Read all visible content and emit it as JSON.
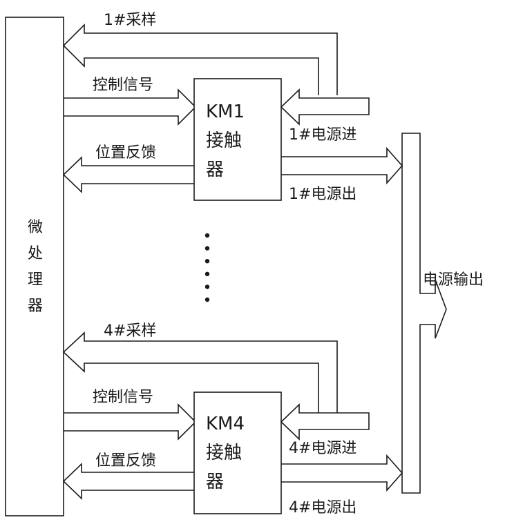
{
  "microprocessor": {
    "label": [
      "微",
      "处",
      "理",
      "器"
    ]
  },
  "output_bus": {
    "label": "电源输出"
  },
  "channel_top": {
    "sampling": "1#采样",
    "control": "控制信号",
    "feedback": "位置反馈",
    "contactor": [
      "KM1",
      "接触",
      "器"
    ],
    "power_in": "1#电源进",
    "power_out": "1#电源出"
  },
  "channel_bottom": {
    "sampling": "4#采样",
    "control": "控制信号",
    "feedback": "位置反馈",
    "contactor": [
      "KM4",
      "接触",
      "器"
    ],
    "power_in": "4#电源进",
    "power_out": "4#电源出"
  },
  "ellipsis_dots": 6
}
